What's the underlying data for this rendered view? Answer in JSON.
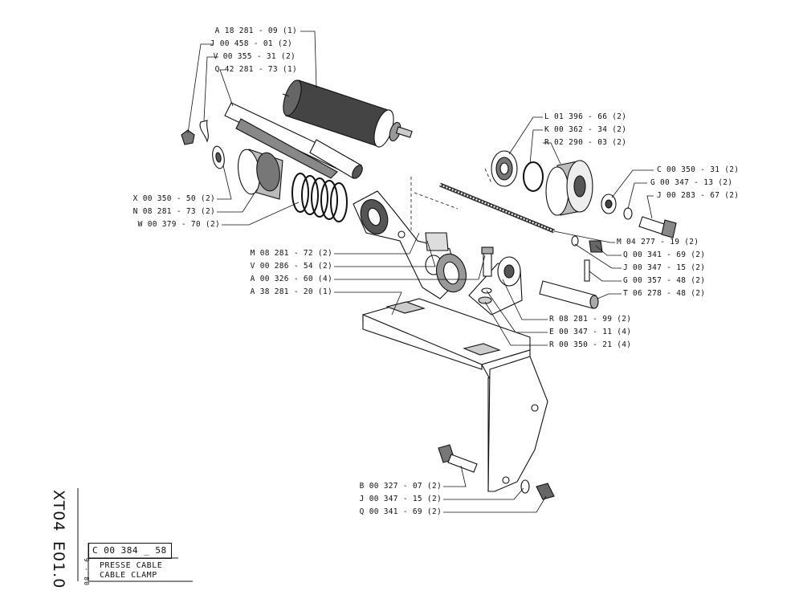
{
  "callouts": [
    "A 18 281 - 09 (1)",
    "J 00 458 - 01 (2)",
    "V 00 355 - 31 (2)",
    "Q 42 281 - 73 (1)",
    "L 01 396 - 66 (2)",
    "K 00 362 - 34 (2)",
    "R 02 290 - 03 (2)",
    "C 00 350 - 31 (2)",
    "G 00 347 - 13 (2)",
    "J 00 283 - 67 (2)",
    "X 00 350 - 50 (2)",
    "N 08 281 - 73 (2)",
    "W 00 379 - 70 (2)",
    "M 04 277 - 19 (2)",
    "Q 00 341 - 69 (2)",
    "J 00 347 - 15 (2)",
    "G 00 357 - 48 (2)",
    "T 06 278 - 48 (2)",
    "M 08 281 - 72 (2)",
    "V 00 286 - 54 (2)",
    "A 00 326 - 60 (4)",
    "A 38 281 - 20 (1)",
    "R 08 281 - 99 (2)",
    "E 00 347 - 11 (4)",
    "R 00 350 - 21 (4)",
    "B 00 327 - 07 (2)",
    "J 00 347 - 15 (2)",
    "Q 00 341 - 69 (2)"
  ],
  "sidebar": {
    "code1": "XT04",
    "code2": "E01.0",
    "date": "9 - 80"
  },
  "title_block": {
    "part_number": "C 00 384 _ 58",
    "name_fr": "PRESSE CABLE",
    "name_en": "CABLE CLAMP"
  }
}
